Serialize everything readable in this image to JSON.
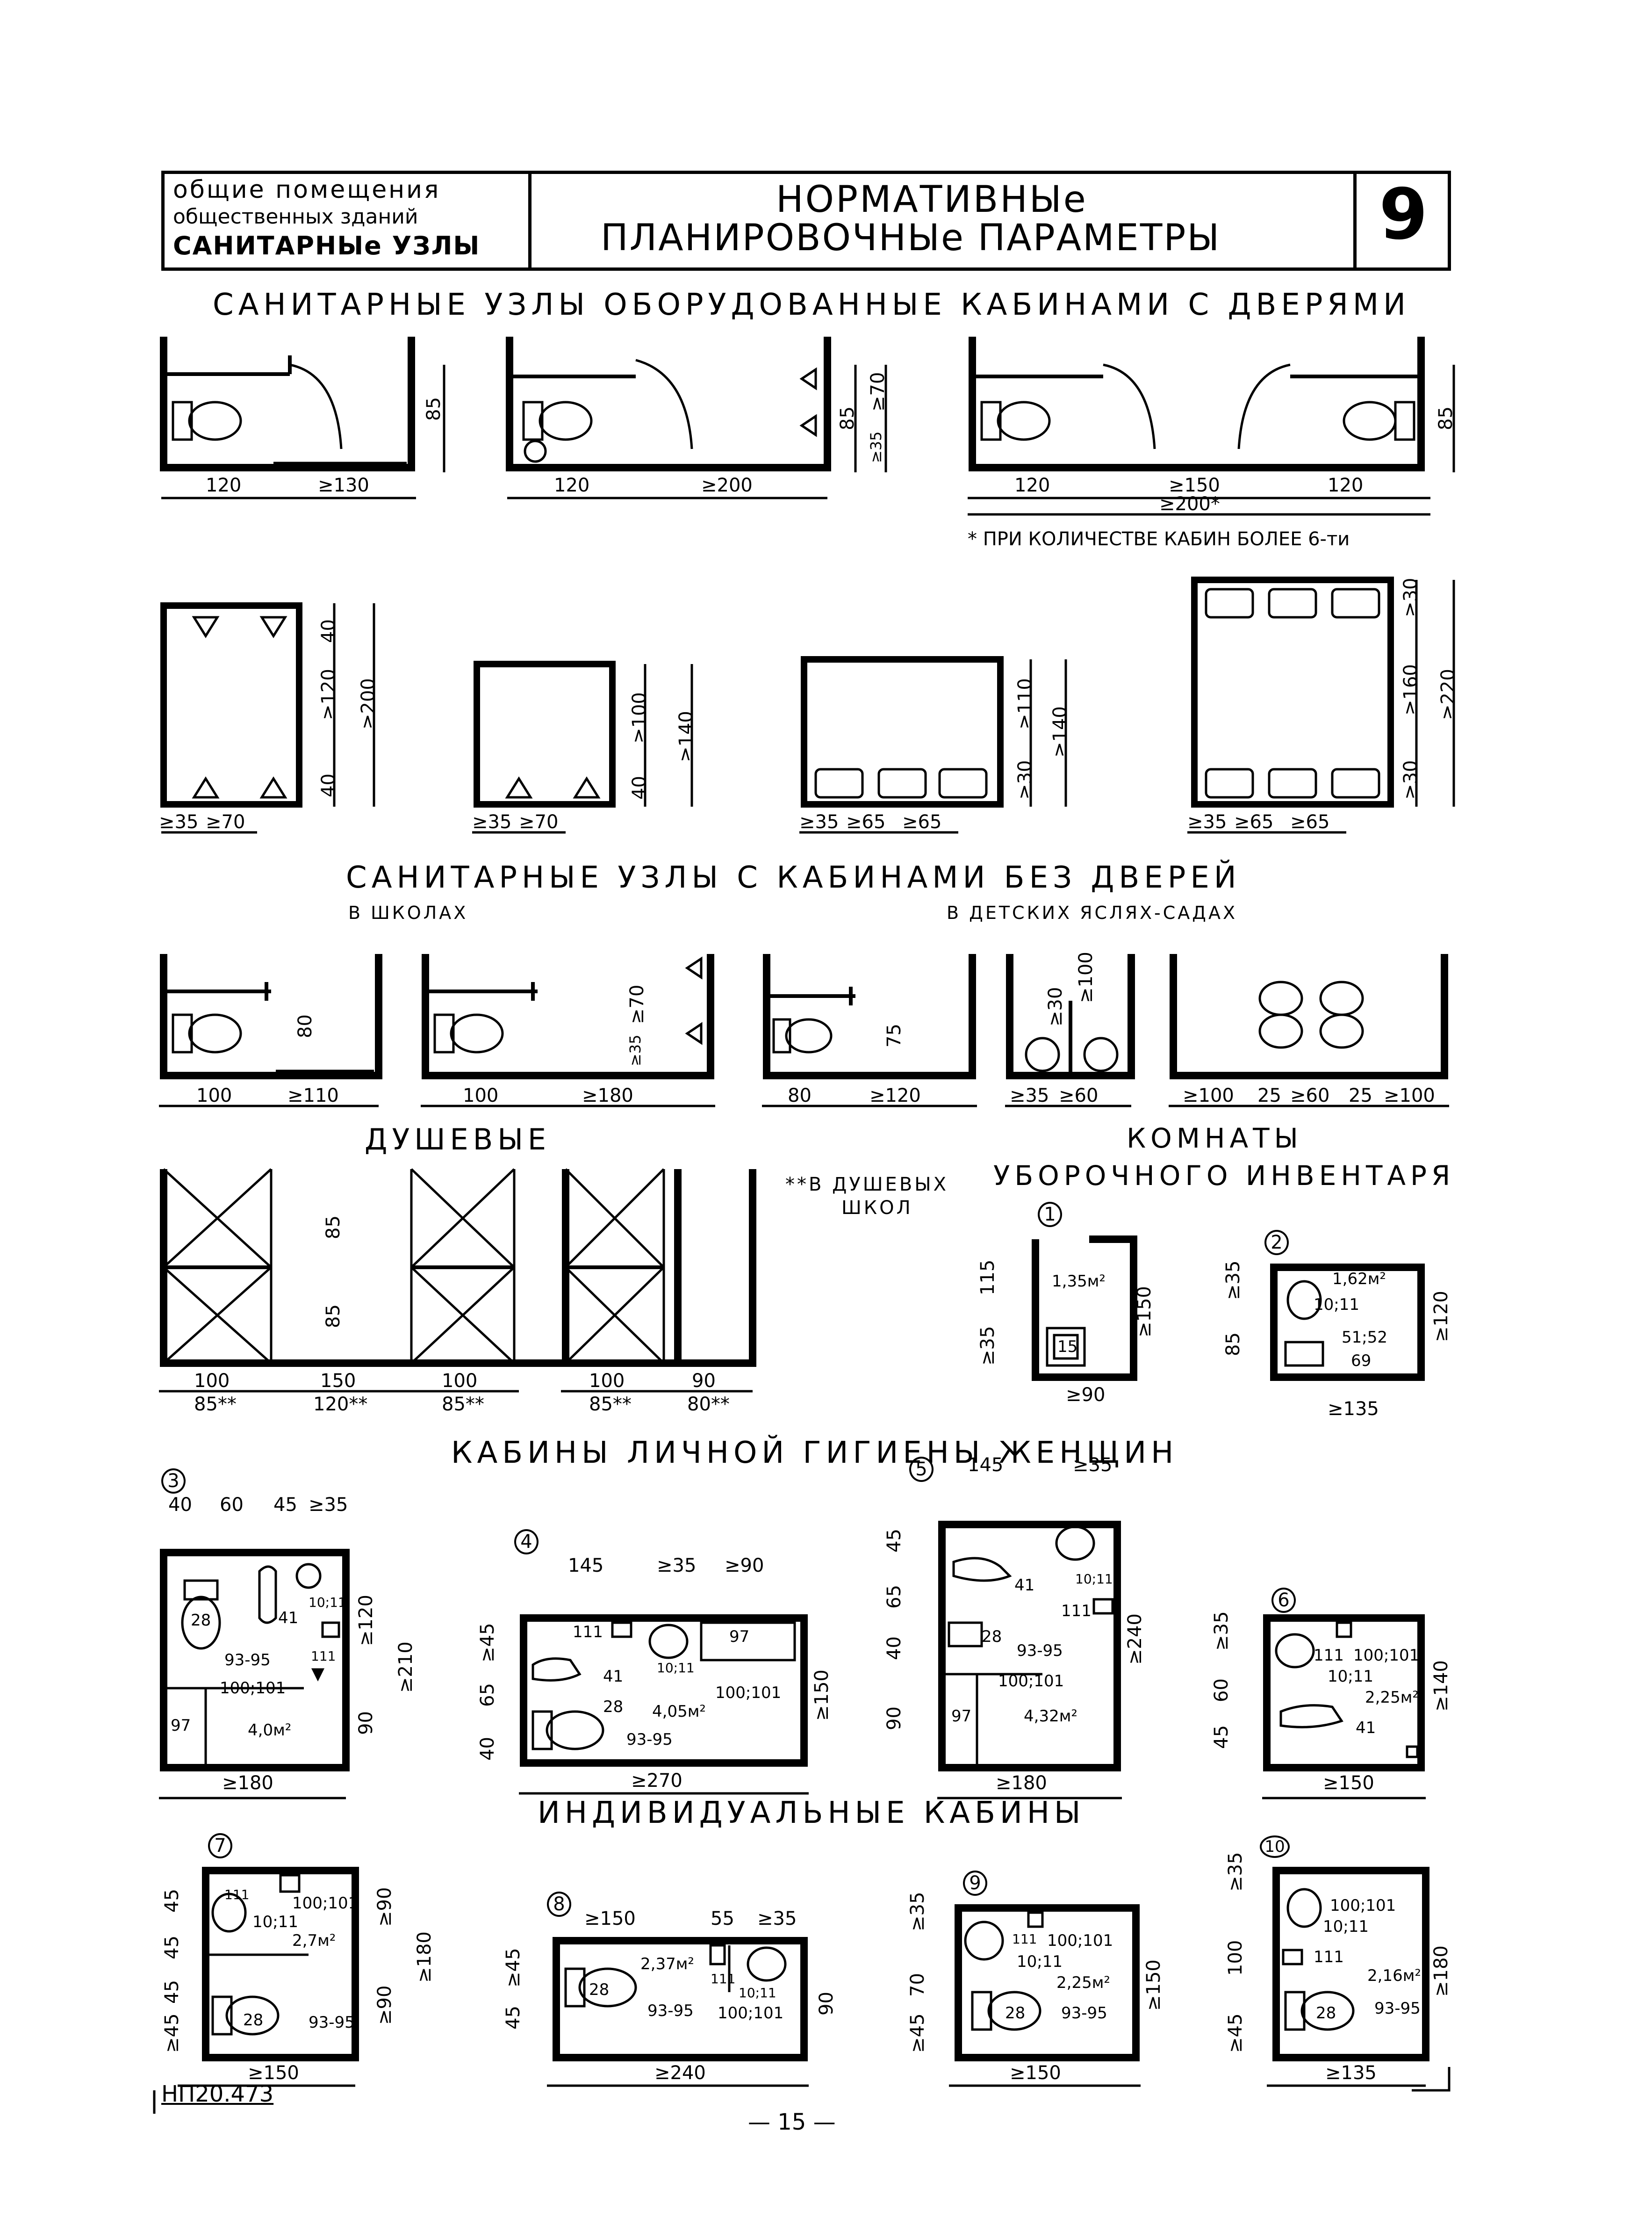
{
  "header": {
    "left_line1": "общие помещения",
    "left_line2": "общественных зданий",
    "left_line3": "САНИТАРНЫе УЗЛЫ",
    "center_line1": "НОРМАТИВНЫе",
    "center_line2": "ПЛАНИРОВОЧНЫе ПАРАМЕТРЫ",
    "sheet_number": "9"
  },
  "sections": {
    "s1": "САНИТАРНЫЕ УЗЛЫ ОБОРУДОВАННЫЕ КАБИНАМИ С ДВЕРЯМИ",
    "s2": "САНИТАРНЫЕ УЗЛЫ С КАБИНАМИ БЕЗ ДВЕРЕЙ",
    "s2_left": "В ШКОЛАХ",
    "s2_right": "В ДЕТСКИХ ЯСЛЯХ-САДАХ",
    "showers": "ДУШЕВЫЕ",
    "showers_note": "**В ДУШЕВЫХ",
    "showers_note2": "ШКОЛ",
    "cleaning_1": "КОМНАТЫ",
    "cleaning_2": "УБОРОЧНОГО ИНВЕНТАРЯ",
    "hygiene": "КАБИНЫ ЛИЧНОЙ ГИГИЕНЫ ЖЕНЩИН",
    "individual": "ИНДИВИДУАЛЬНЫЕ КАБИНЫ"
  },
  "note_row1": "* ПРИ КОЛИЧЕСТВЕ КАБИН БОЛЕЕ 6-ти",
  "dims": {
    "a1": "120",
    "a2": "≥130",
    "a3": "85",
    "b1": "120",
    "b2": "≥200",
    "b3": "85",
    "b4": "≥70",
    "b5": "≥35",
    "c1": "120",
    "c2": "≥150",
    "c3": "120",
    "c4": "≥200*",
    "c5": "85",
    "u1a": "≥35",
    "u1b": "≥70",
    "u1c": "40",
    "u1d": "≥120",
    "u1e": "40",
    "u1f": "≥200",
    "u2a": "≥35",
    "u2b": "≥70",
    "u2c": "≥100",
    "u2d": "40",
    "u2e": "≥140",
    "w1a": "≥35",
    "w1b": "≥65",
    "w1c": "≥65",
    "w1d": "≥110",
    "w1e": "≥30",
    "w1f": "≥140",
    "w2a": "≥35",
    "w2b": "≥65",
    "w2c": "≥65",
    "w2d": "≥30",
    "w2e": "≥160",
    "w2f": "≥30",
    "w2g": "≥220",
    "d1a": "100",
    "d1b": "≥110",
    "d1c": "80",
    "d2a": "100",
    "d2b": "≥180",
    "d2c": "≥70",
    "d2d": "≥35",
    "d3a": "80",
    "d3b": "≥120",
    "d3c": "75",
    "k1a": "≥35",
    "k1b": "≥60",
    "k1c": "≥30",
    "k1d": "≥100",
    "k2a": "≥100",
    "k2b": "25",
    "k2c": "≥60",
    "k2d": "25",
    "k2e": "≥100",
    "sh1": "100",
    "sh1b": "85**",
    "sh2": "150",
    "sh2b": "120**",
    "sh3": "100",
    "sh3b": "85**",
    "sh4": "100",
    "sh4b": "85**",
    "sh5": "90",
    "sh5b": "80**",
    "sh6": "85",
    "sh7": "85",
    "r1a": "115",
    "r1b": "≥35",
    "r1c": "≥150",
    "r1d": "≥90",
    "r1e": "1,35м²",
    "r1f": "15",
    "r2a": "≥35",
    "r2b": "85",
    "r2c": "≥120",
    "r2d": "≥135",
    "r2e": "1,62м²",
    "r2f": "10;11",
    "r2g": "51;52",
    "r2h": "69"
  },
  "cabins": {
    "c3": {
      "num": "3",
      "top": [
        "40",
        "60",
        "45",
        "≥35"
      ],
      "area": "4,0м²",
      "width": "≥180",
      "h1": "≥120",
      "h2": "90",
      "h3": "≥210",
      "labels": [
        "28",
        "41",
        "10;11",
        "111",
        "93-95",
        "100;101",
        "97"
      ]
    },
    "c4": {
      "num": "4",
      "top": [
        "145",
        "≥35",
        "≥90"
      ],
      "area": "4,05м²",
      "width": "≥270",
      "left": [
        "≥45",
        "65",
        "40"
      ],
      "right": "≥150",
      "labels": [
        "111",
        "41",
        "10;11",
        "97",
        "28",
        "100;101",
        "93-95"
      ]
    },
    "c5": {
      "num": "5",
      "top": [
        "145",
        "≥35"
      ],
      "area": "4,32м²",
      "width": "≥180",
      "left": [
        "45",
        "65",
        "40",
        "90"
      ],
      "right": "≥240",
      "labels": [
        "41",
        "10;11",
        "111",
        "28",
        "93-95",
        "100;101",
        "97"
      ]
    },
    "c6": {
      "num": "6",
      "area": "2,25м²",
      "width": "≥150",
      "left": [
        "≥35",
        "60",
        "45"
      ],
      "right": "≥140",
      "labels": [
        "111",
        "100;101",
        "10;11",
        "41"
      ]
    },
    "c7": {
      "num": "7",
      "area": "2,7м²",
      "width": "≥150",
      "left": [
        "45",
        "45",
        "45",
        "≥45"
      ],
      "r1": "≥90",
      "r2": "≥90",
      "r3": "≥180",
      "labels": [
        "111",
        "100;101",
        "10;11",
        "28",
        "93-95"
      ]
    },
    "c8": {
      "num": "8",
      "top": [
        "≥150",
        "55",
        "≥35"
      ],
      "area": "2,37м²",
      "width": "≥240",
      "left": [
        "≥45",
        "45"
      ],
      "right": "90",
      "labels": [
        "28",
        "111",
        "10;11",
        "100;101",
        "93-95"
      ]
    },
    "c9": {
      "num": "9",
      "area": "2,25м²",
      "width": "≥150",
      "left": [
        "≥35",
        "70",
        "≥45"
      ],
      "right": "≥150",
      "labels": [
        "111",
        "100;101",
        "10;11",
        "28",
        "93-95"
      ]
    },
    "c10": {
      "num": "10",
      "area": "2,16м²",
      "width": "≥135",
      "left": [
        "≥35",
        "100",
        "≥45"
      ],
      "right": "≥180",
      "labels": [
        "100;101",
        "10;11",
        "111",
        "28",
        "93-95"
      ]
    }
  },
  "rooms": {
    "r1": "1",
    "r2": "2"
  },
  "footer": {
    "code": "НП20.473",
    "page": "— 15 —"
  }
}
